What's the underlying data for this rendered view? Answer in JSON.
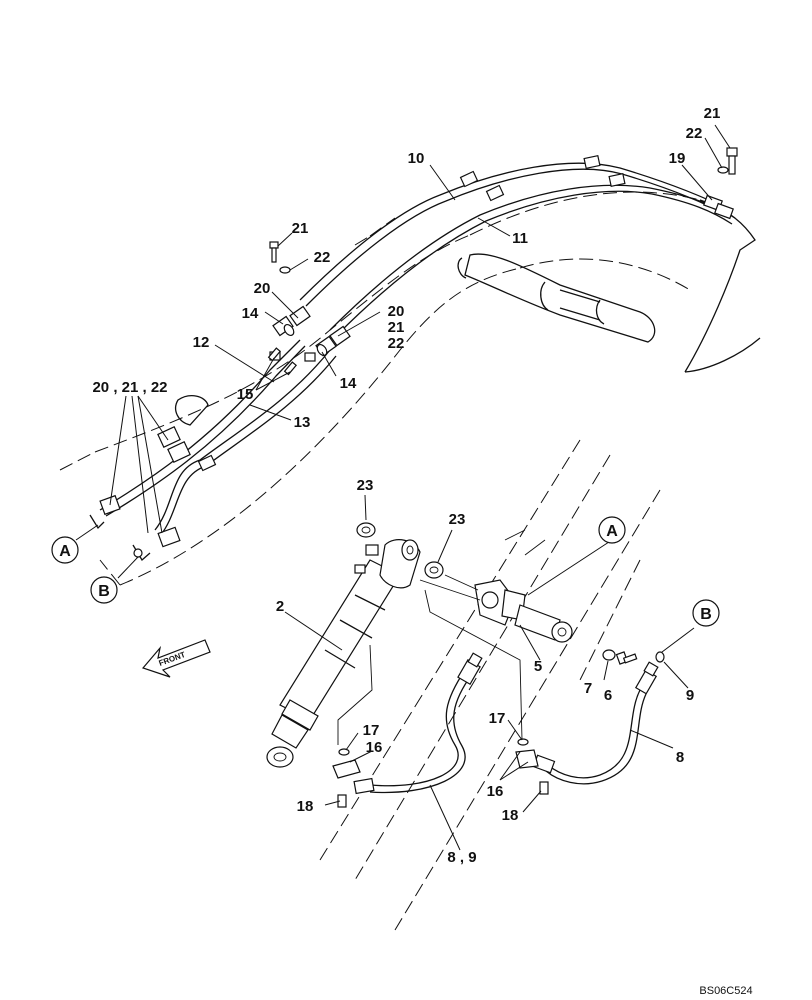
{
  "diagram": {
    "drawing_code": "BS06C524",
    "front_label": "FRONT",
    "part_labels": [
      {
        "id": "p21a",
        "text": "21"
      },
      {
        "id": "p22a",
        "text": "22"
      },
      {
        "id": "p19",
        "text": "19"
      },
      {
        "id": "p10",
        "text": "10"
      },
      {
        "id": "p11",
        "text": "11"
      },
      {
        "id": "p21b",
        "text": "21"
      },
      {
        "id": "p22b",
        "text": "22"
      },
      {
        "id": "p20a",
        "text": "20"
      },
      {
        "id": "p14a",
        "text": "14"
      },
      {
        "id": "p20b",
        "text": "20"
      },
      {
        "id": "p21c",
        "text": "21"
      },
      {
        "id": "p22c",
        "text": "22"
      },
      {
        "id": "p12",
        "text": "12"
      },
      {
        "id": "p15",
        "text": "15"
      },
      {
        "id": "p14b",
        "text": "14"
      },
      {
        "id": "p13",
        "text": "13"
      },
      {
        "id": "p202122",
        "text": "20 , 21 , 22"
      },
      {
        "id": "p23a",
        "text": "23"
      },
      {
        "id": "p23b",
        "text": "23"
      },
      {
        "id": "p2",
        "text": "2"
      },
      {
        "id": "p5",
        "text": "5"
      },
      {
        "id": "p7",
        "text": "7"
      },
      {
        "id": "p6",
        "text": "6"
      },
      {
        "id": "p9",
        "text": "9"
      },
      {
        "id": "p8",
        "text": "8"
      },
      {
        "id": "p17a",
        "text": "17"
      },
      {
        "id": "p16a",
        "text": "16"
      },
      {
        "id": "p18a",
        "text": "18"
      },
      {
        "id": "p89",
        "text": "8 , 9"
      },
      {
        "id": "p17b",
        "text": "17"
      },
      {
        "id": "p16b",
        "text": "16"
      },
      {
        "id": "p18b",
        "text": "18"
      }
    ],
    "connection_markers": [
      {
        "id": "A1",
        "text": "A"
      },
      {
        "id": "B1",
        "text": "B"
      },
      {
        "id": "A2",
        "text": "A"
      },
      {
        "id": "B2",
        "text": "B"
      }
    ]
  }
}
